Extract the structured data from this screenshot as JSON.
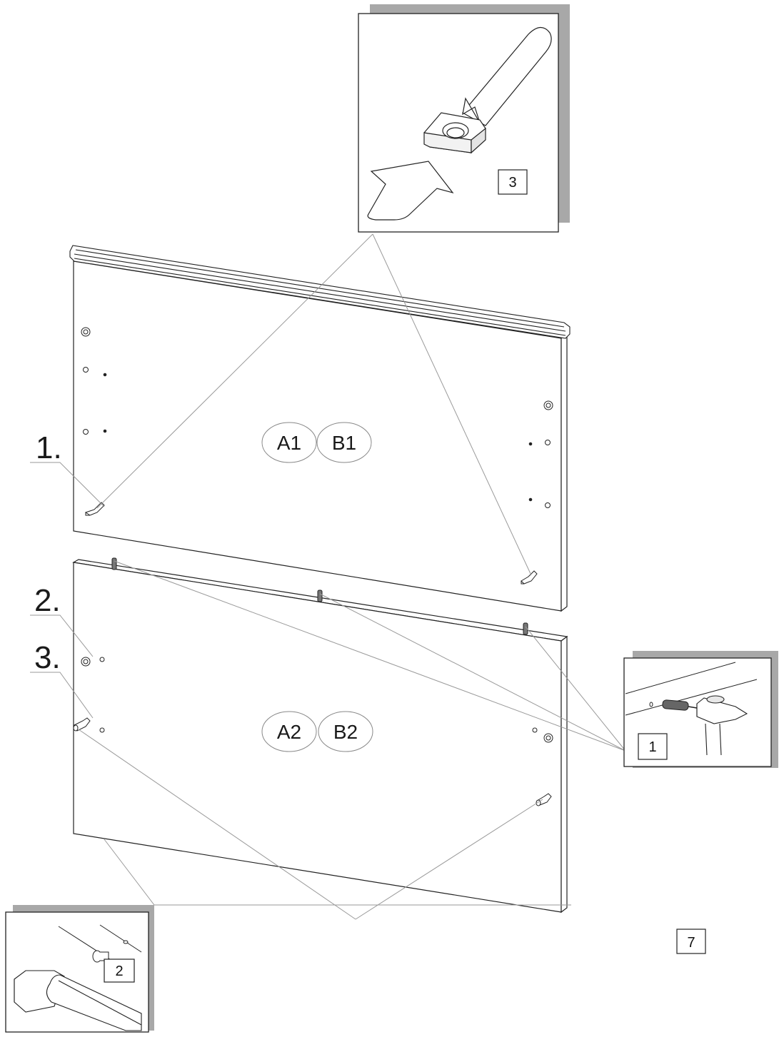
{
  "panels": {
    "upper": {
      "label_a": "A1",
      "label_b": "B1"
    },
    "lower": {
      "label_a": "A2",
      "label_b": "B2"
    }
  },
  "steps": {
    "step1": "1.",
    "step2": "2.",
    "step3": "3."
  },
  "detail_boxes": {
    "cam_lock": {
      "number": "3"
    },
    "dowel": {
      "number": "1"
    },
    "cam_bolt": {
      "number": "2"
    }
  },
  "page_number": "7",
  "colors": {
    "line": "#222222",
    "leader": "#9a9a9a",
    "shadow": "#a8a8a8"
  }
}
